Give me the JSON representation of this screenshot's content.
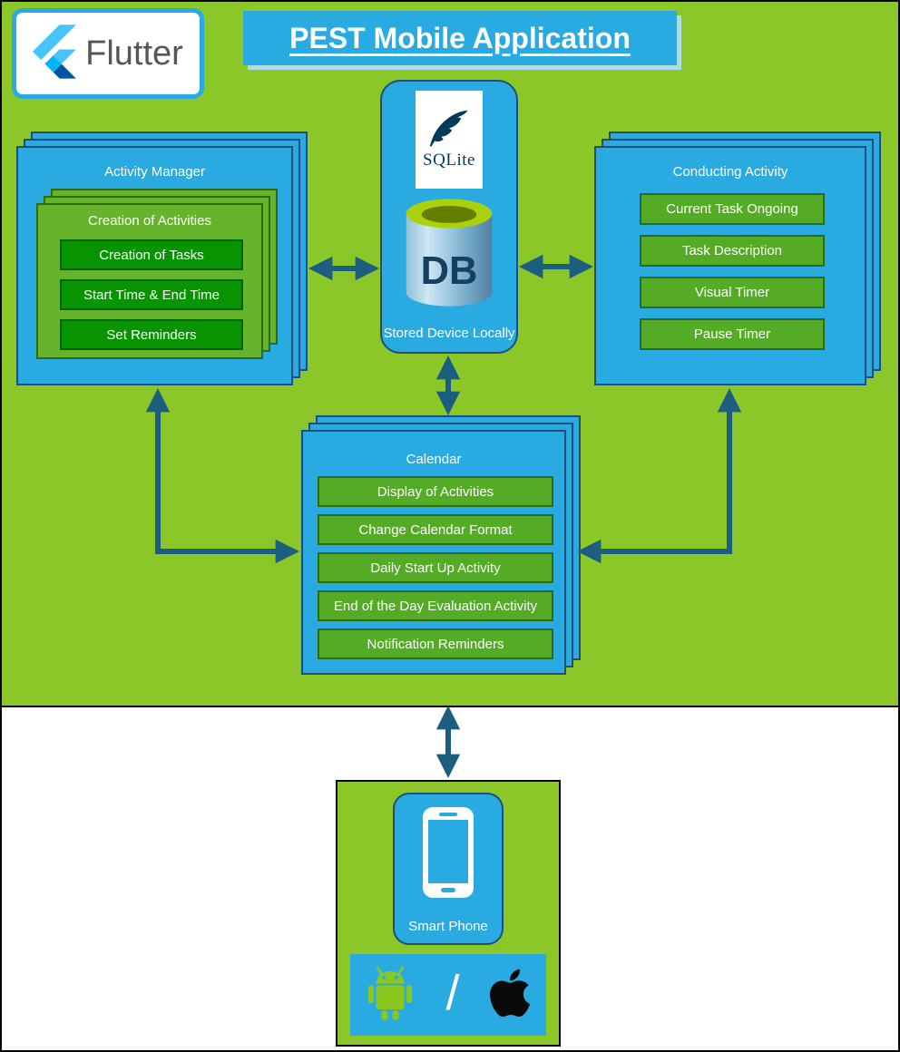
{
  "header": {
    "title": "PEST Mobile Application",
    "flutter_label": "Flutter"
  },
  "database": {
    "sqlite_label": "SQLite",
    "db_label": "DB",
    "caption": "Stored Device Locally"
  },
  "activity_manager": {
    "title": "Activity Manager",
    "creation_panel": {
      "title": "Creation of Activities",
      "items": [
        "Creation of Tasks",
        "Start Time & End Time",
        "Set Reminders"
      ]
    }
  },
  "conducting_activity": {
    "title": "Conducting Activity",
    "items": [
      "Current Task Ongoing",
      "Task Description",
      "Visual Timer",
      "Pause Timer"
    ]
  },
  "calendar": {
    "title": "Calendar",
    "items": [
      "Display of Activities",
      "Change Calendar Format",
      "Daily Start Up Activity",
      "End of the Day Evaluation Activity",
      "Notification Reminders"
    ]
  },
  "smartphone": {
    "label": "Smart Phone",
    "os_separator": "/"
  },
  "icons": {
    "flutter": "flutter-icon",
    "sqlite_feather": "feather-icon",
    "database": "database-cylinder-icon",
    "phone": "smartphone-icon",
    "android": "android-robot-icon",
    "apple": "apple-logo-icon"
  },
  "colors": {
    "background_green": "#8CC72A",
    "panel_blue": "#29ABE2",
    "panel_border_navy": "#1F4E79",
    "arrow_navy": "#1B5E80",
    "item_green": "#54AB26",
    "item_dark_green": "#089400",
    "subpanel_green": "#66B32C",
    "sqlite_navy": "#003B57"
  }
}
